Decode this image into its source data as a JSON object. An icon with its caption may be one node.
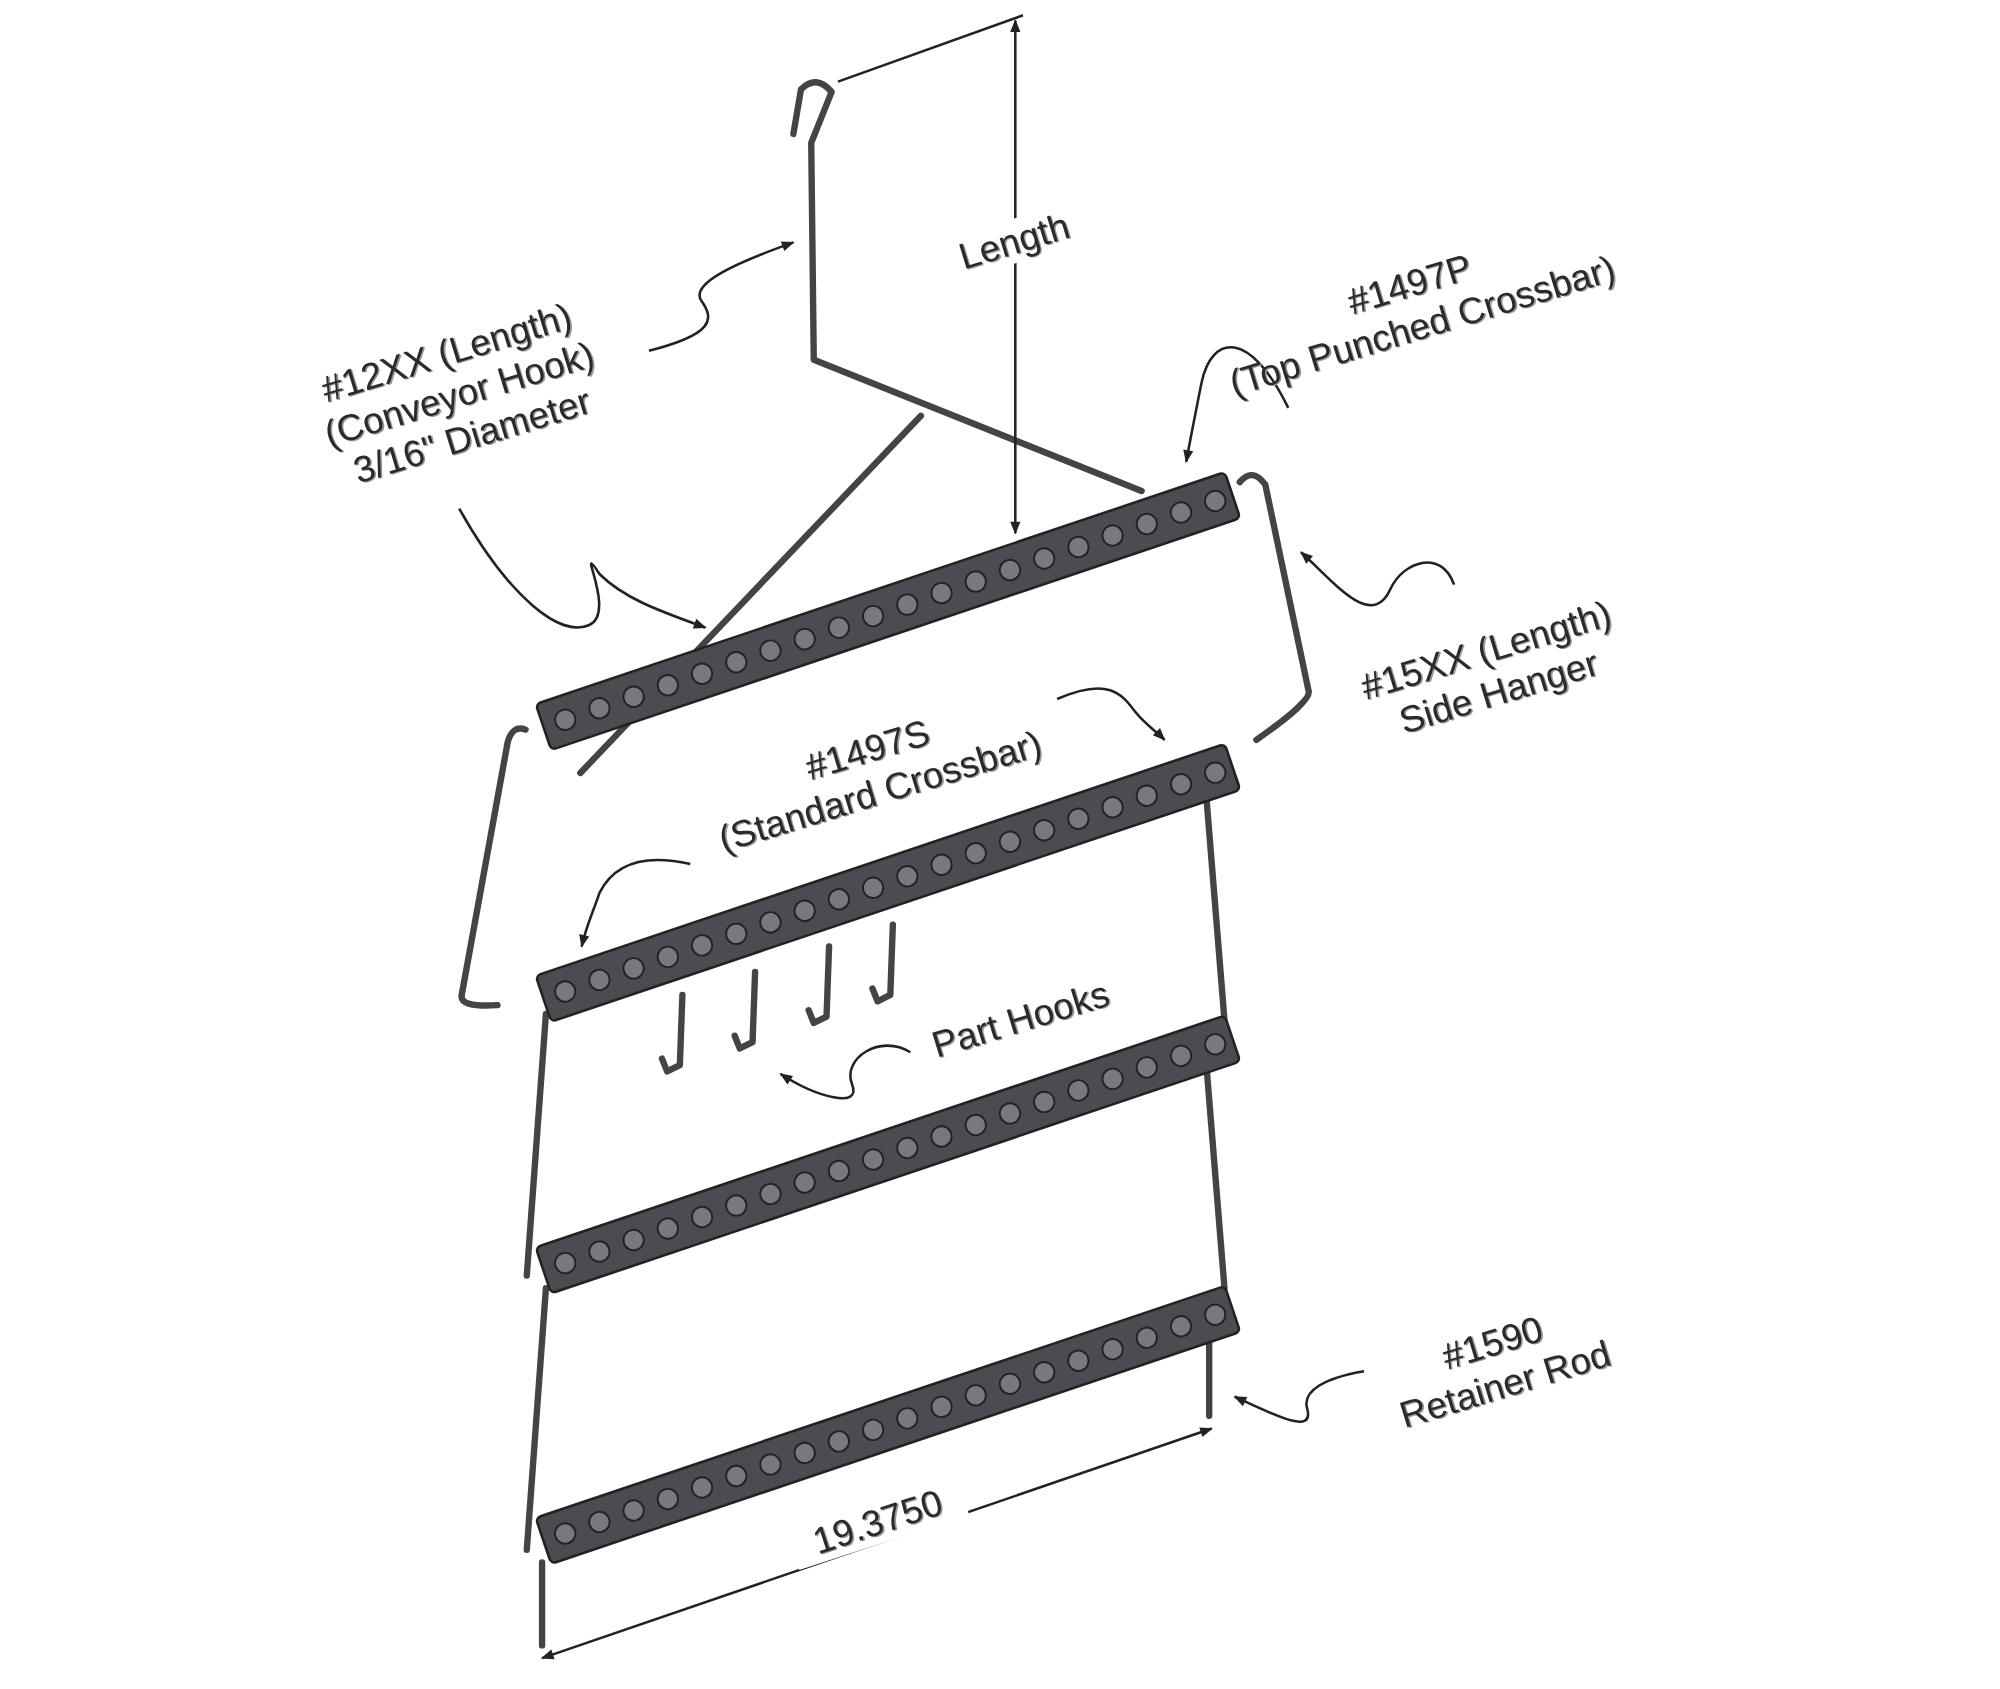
{
  "diagram": {
    "nodes": [
      {
        "text": [
          "#12XX (Length)",
          "(Conveyor Hook)",
          "3/16\" Diameter"
        ]
      },
      {
        "text": [
          "#1497P",
          "(Top Punched Crossbar)"
        ]
      },
      {
        "text": [
          "#15XX (Length)",
          "Side Hanger"
        ]
      },
      {
        "text": [
          "#1497S",
          "(Standard Crossbar)"
        ]
      },
      {
        "text": [
          "Part Hooks"
        ]
      },
      {
        "text": [
          "#1590",
          "Retainer Rod"
        ]
      }
    ],
    "edges": [
      {
        "from": 0,
        "to": null,
        "arrow": "to"
      },
      {
        "from": 0,
        "to": null,
        "arrow": "to"
      },
      {
        "from": 1,
        "to": null,
        "arrow": "to"
      },
      {
        "from": 2,
        "to": null,
        "arrow": "to"
      },
      {
        "from": 3,
        "to": null,
        "arrow": "to"
      },
      {
        "from": 3,
        "to": null,
        "arrow": "to"
      },
      {
        "from": 4,
        "to": null,
        "arrow": "to"
      },
      {
        "from": 5,
        "to": null,
        "arrow": "to"
      }
    ],
    "labels": [
      "Length",
      "19.3750"
    ]
  }
}
